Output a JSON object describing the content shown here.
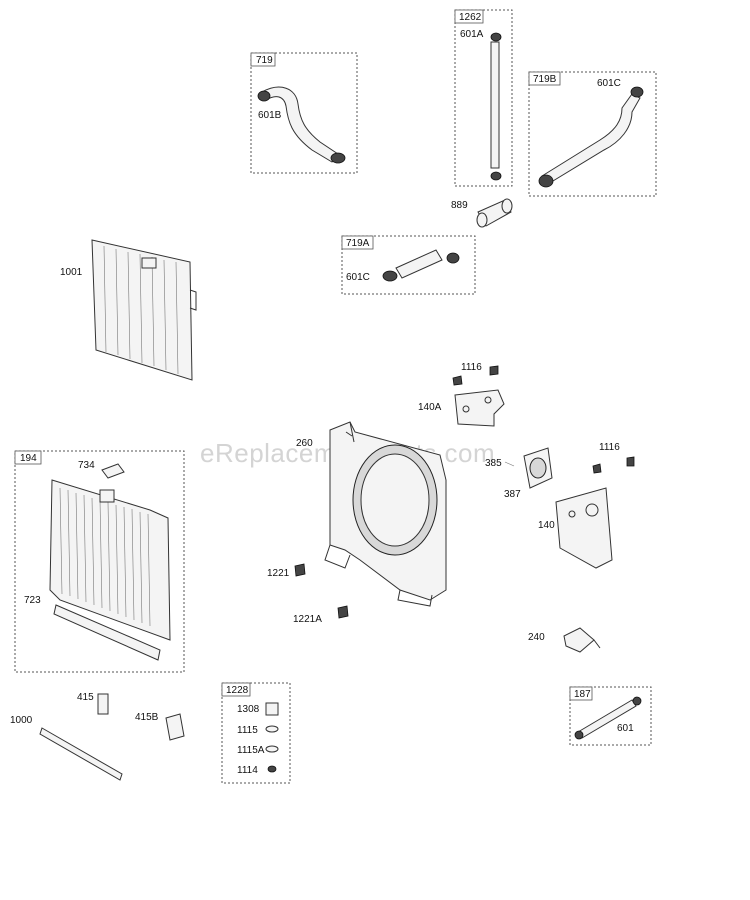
{
  "watermark": "eReplacementParts.com",
  "boxes": {
    "b719": "719",
    "b1262": "1262",
    "b719b": "719B",
    "b719a": "719A",
    "b194": "194",
    "b1228": "1228",
    "b187": "187"
  },
  "labels": {
    "l601a": "601A",
    "l601b": "601B",
    "l601c_top": "601C",
    "l889": "889",
    "l601c_mid": "601C",
    "l1001": "1001",
    "l1116_top": "1116",
    "l140a": "140A",
    "l260": "260",
    "l1116_right": "1116",
    "l385": "385",
    "l387": "387",
    "l140": "140",
    "l734": "734",
    "l723": "723",
    "l1221": "1221",
    "l1221a": "1221A",
    "l240": "240",
    "l415": "415",
    "l415b": "415B",
    "l1000": "1000",
    "l1308": "1308",
    "l1115": "1115",
    "l1115a": "1115A",
    "l1114": "1114",
    "l601": "601"
  }
}
